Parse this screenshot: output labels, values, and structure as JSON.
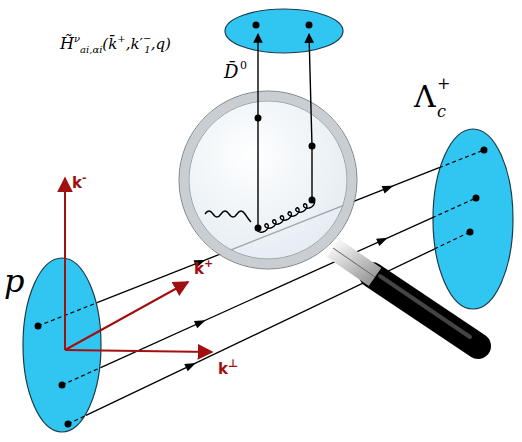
{
  "diagram": {
    "nodes": [
      {
        "text": [
          "p"
        ]
      },
      {
        "text": [
          "Λ",
          "c",
          "+"
        ]
      },
      {
        "text": [
          "D̄",
          "0"
        ]
      }
    ],
    "edges": [
      {
        "from": 0,
        "to": 1,
        "arrow": "to"
      },
      {
        "from": 0,
        "to": 1,
        "arrow": "to"
      },
      {
        "from": 0,
        "to": 1,
        "arrow": "to"
      }
    ],
    "labels": [
      "H̃",
      "ν",
      "ai,αi",
      "(k̄",
      "+",
      ",k′",
      "−",
      "1",
      ",q)",
      "k",
      "-",
      "k",
      "+",
      "k",
      "⊥"
    ]
  }
}
